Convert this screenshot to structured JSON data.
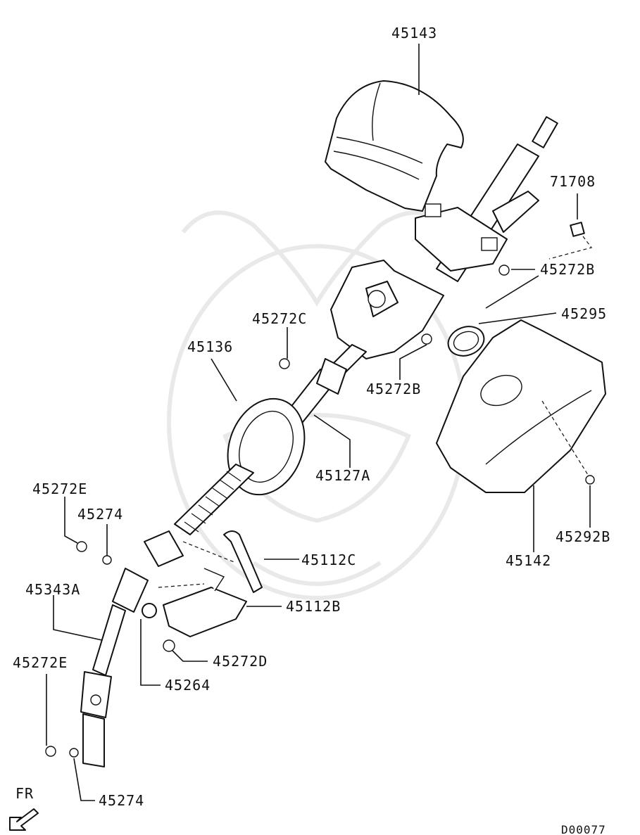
{
  "diagram": {
    "code": "D00077",
    "direction_label": "FR",
    "parts": [
      {
        "key": "p45143",
        "label": "45143"
      },
      {
        "key": "p71708",
        "label": "71708"
      },
      {
        "key": "p45272B_a",
        "label": "45272B"
      },
      {
        "key": "p45295",
        "label": "45295"
      },
      {
        "key": "p45272C",
        "label": "45272C"
      },
      {
        "key": "p45136",
        "label": "45136"
      },
      {
        "key": "p45272B_b",
        "label": "45272B"
      },
      {
        "key": "p45127A",
        "label": "45127A"
      },
      {
        "key": "p45272E_a",
        "label": "45272E"
      },
      {
        "key": "p45274_a",
        "label": "45274"
      },
      {
        "key": "p45112C",
        "label": "45112C"
      },
      {
        "key": "p45292B",
        "label": "45292B"
      },
      {
        "key": "p45343A",
        "label": "45343A"
      },
      {
        "key": "p45142",
        "label": "45142"
      },
      {
        "key": "p45112B",
        "label": "45112B"
      },
      {
        "key": "p45272E_b",
        "label": "45272E"
      },
      {
        "key": "p45272D",
        "label": "45272D"
      },
      {
        "key": "p45264",
        "label": "45264"
      },
      {
        "key": "p45274_b",
        "label": "45274"
      }
    ]
  }
}
